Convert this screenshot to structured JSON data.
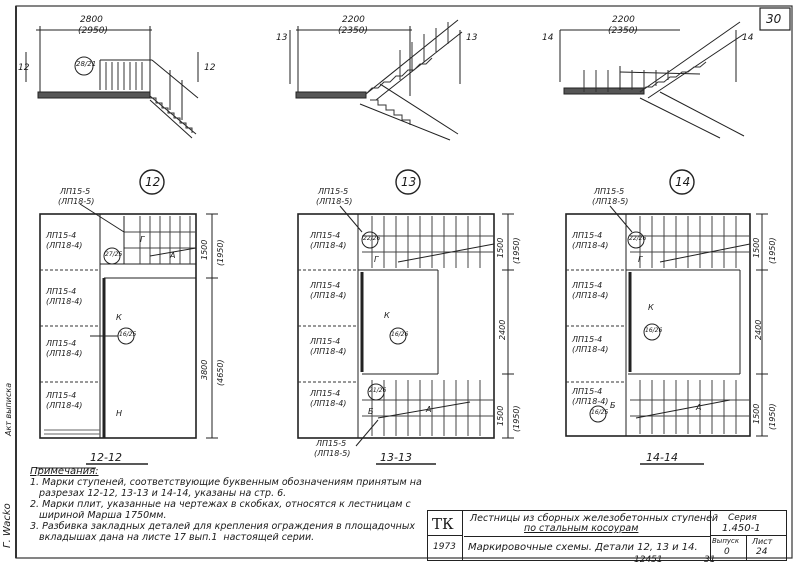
{
  "sheet_number": "30",
  "top_details": [
    {
      "cut": "12",
      "dim": "2800",
      "dim_alt": "(2950)",
      "mark": "28/21"
    },
    {
      "cut": "13",
      "dim": "2200",
      "dim_alt": "(2350)"
    },
    {
      "cut": "14",
      "dim": "2200",
      "dim_alt": "(2350)"
    }
  ],
  "plans": [
    {
      "id": "12",
      "caption": "12-12",
      "top_label": "ЛП15-5",
      "top_label_alt": "(ЛП18-5)",
      "left_labels": [
        [
          "ЛП15-4",
          "(ЛП18-4)"
        ],
        [
          "ЛП15-4",
          "(ЛП18-4)"
        ],
        [
          "ЛП15-4",
          "(ЛП18-4)"
        ],
        [
          "ЛП15-4",
          "(ЛП18-4)"
        ]
      ],
      "dims": [
        [
          "1500",
          "(1950)"
        ],
        [
          "3800",
          "(4650)"
        ]
      ],
      "marks": [
        "27/25",
        "16/25",
        "Г",
        "А",
        "К",
        "Н"
      ]
    },
    {
      "id": "13",
      "caption": "13-13",
      "top_label": "ЛП15-5",
      "top_label_alt": "(ЛП18-5)",
      "bottom_label": "ЛП15-5",
      "bottom_label_alt": "(ЛП18-5)",
      "left_labels": [
        [
          "ЛП15-4",
          "(ЛП18-4)"
        ],
        [
          "ЛП15-4",
          "(ЛП18-4)"
        ],
        [
          "ЛП15-4",
          "(ЛП18-4)"
        ],
        [
          "ЛП15-4",
          "(ЛП18-4)"
        ]
      ],
      "dims": [
        [
          "1500",
          "(1950)"
        ],
        [
          "2400",
          ""
        ],
        [
          "1500",
          "(1950)"
        ]
      ],
      "marks": [
        "22/26",
        "16/26",
        "21/26",
        "Г",
        "А",
        "К",
        "Б"
      ]
    },
    {
      "id": "14",
      "caption": "14-14",
      "top_label": "ЛП15-5",
      "top_label_alt": "(ЛП18-5)",
      "left_labels": [
        [
          "ЛП15-4",
          "(ЛП18-4)"
        ],
        [
          "ЛП15-4",
          "(ЛП18-4)"
        ],
        [
          "ЛП15-4",
          "(ЛП18-4)"
        ],
        [
          "ЛП15-4",
          "(ЛП18-4)"
        ]
      ],
      "dims": [
        [
          "1500",
          "(1950)"
        ],
        [
          "2400",
          ""
        ],
        [
          "1500",
          "(1950)"
        ]
      ],
      "marks": [
        "22/26",
        "16/26",
        "16/25",
        "Г",
        "А",
        "К",
        "Б"
      ]
    }
  ],
  "notes": {
    "heading": "Примечания:",
    "items": [
      "1. Марки ступеней, соответствующие буквенным обозначениям принятым на",
      "   разрезах 12-12, 13-13 и 14-14, указаны на стр. 6.",
      "2. Марки плит, указанные на чертежах в скобках, относятся к лестницам с",
      "   шириной Марша 1750мм.",
      "3. Разбивка закладных деталей для крепления ограждения в площадочных",
      "   вкладышах дана на листе 17 вып.1  настоящей серии."
    ]
  },
  "stamp": {
    "org": "ТК",
    "year": "1973",
    "title_line1": "Лестницы из сборных железобетонных ступеней",
    "title_line2": "по стальным косоурам",
    "subtitle": "Маркировочные схемы. Детали 12, 13 и 14.",
    "series_label": "Серия",
    "series_value": "1.450-1",
    "issue_label": "Выпуск",
    "issue_value": "0",
    "sheet_label": "Лист",
    "sheet_value": "24"
  },
  "bottom_numbers": [
    "12451",
    "31"
  ],
  "margin_texts": [
    "Г. Wacko",
    "Акт выписка"
  ]
}
